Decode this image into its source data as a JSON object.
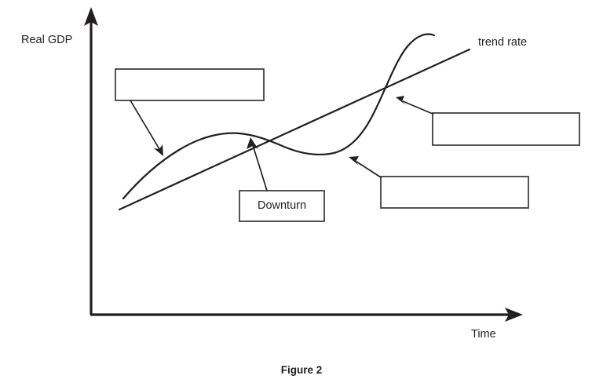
{
  "figure": {
    "caption": "Figure 2",
    "axes": {
      "y_label": "Real GDP",
      "x_label": "Time"
    },
    "series_labels": {
      "trend_rate": "trend rate"
    },
    "callouts": [
      {
        "name": "top-left-blank-box",
        "text": ""
      },
      {
        "name": "downturn-box",
        "text": "Downturn"
      },
      {
        "name": "upper-right-blank-box",
        "text": ""
      },
      {
        "name": "lower-right-blank-box",
        "text": ""
      }
    ],
    "colors": {
      "ink": "#231f20",
      "box_stroke": "#404040",
      "background": "#ffffff"
    }
  },
  "chart_data": {
    "type": "line",
    "title": "Figure 2",
    "xlabel": "Time",
    "ylabel": "Real GDP",
    "grid": false,
    "legend": "inline-annotation",
    "series": [
      {
        "name": "business cycle",
        "description": "wave-like actual real GDP path: rises to a peak, falls through a downturn to a trough, then recovers steeply",
        "points": [
          {
            "x": 0,
            "y": 28
          },
          {
            "x": 10,
            "y": 42
          },
          {
            "x": 20,
            "y": 55
          },
          {
            "x": 33,
            "y": 63
          },
          {
            "x": 45,
            "y": 64
          },
          {
            "x": 56,
            "y": 60
          },
          {
            "x": 65,
            "y": 55
          },
          {
            "x": 72,
            "y": 52
          },
          {
            "x": 78,
            "y": 53
          },
          {
            "x": 84,
            "y": 60
          },
          {
            "x": 90,
            "y": 75
          },
          {
            "x": 96,
            "y": 88
          },
          {
            "x": 100,
            "y": 94
          }
        ]
      },
      {
        "name": "trend rate",
        "description": "straight upward-sloping long-run trend line crossing the cycle",
        "points": [
          {
            "x": 0,
            "y": 24
          },
          {
            "x": 100,
            "y": 86
          }
        ]
      }
    ],
    "annotations": [
      {
        "label": "",
        "target": "cycle upswing / expansion segment"
      },
      {
        "label": "Downturn",
        "target": "peak region where the cycle turns down"
      },
      {
        "label": "",
        "target": "recovery segment crossing the trend line"
      },
      {
        "label": "",
        "target": "trough of the cycle"
      }
    ],
    "xlim": [
      0,
      100
    ],
    "ylim": [
      0,
      100
    ]
  }
}
